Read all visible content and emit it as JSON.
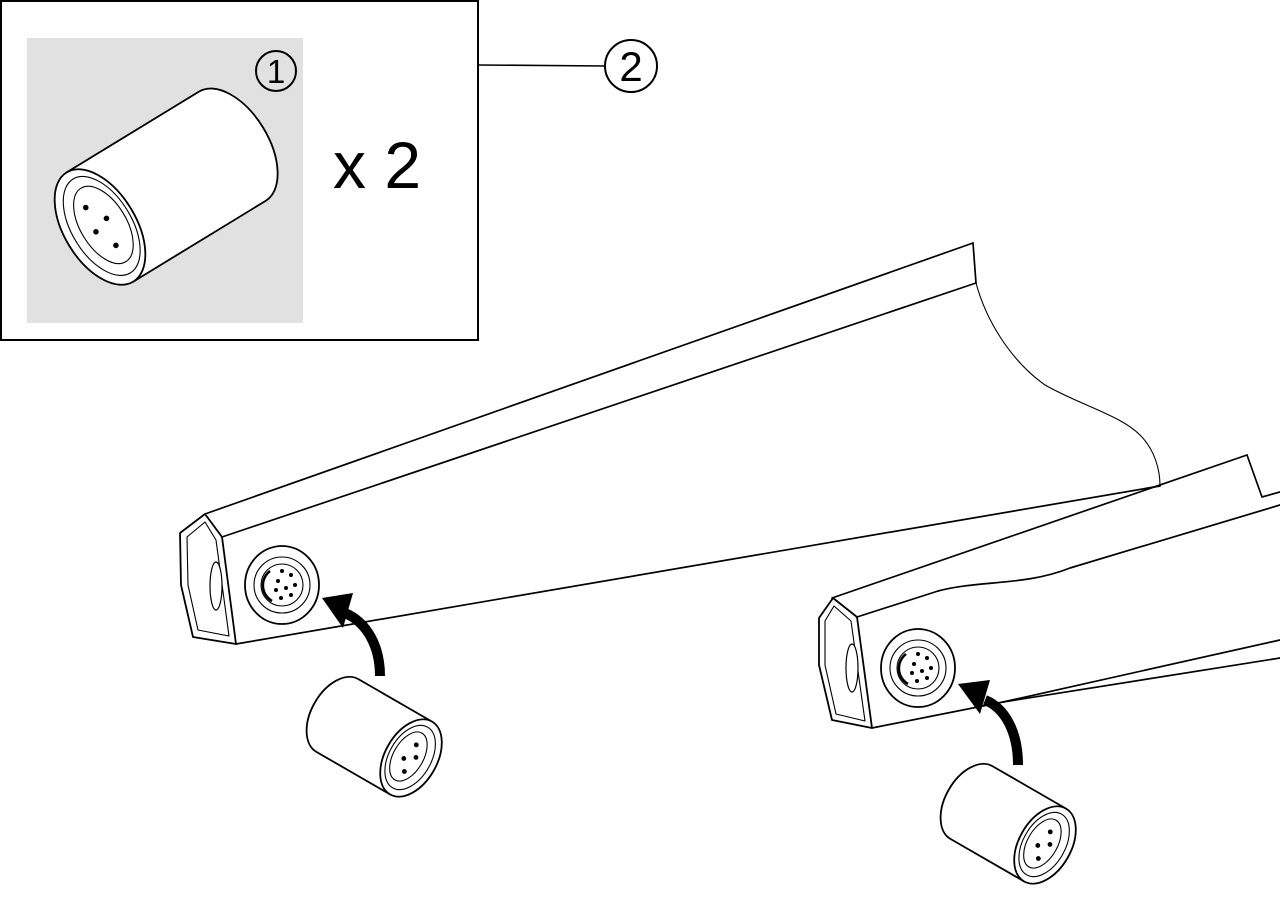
{
  "labels": {
    "callout_1": "1",
    "quantity": "x 2",
    "callout_2": "2"
  },
  "colors": {
    "panel_background": "#e1e1e1",
    "line": "#000000",
    "background": "#ffffff"
  }
}
